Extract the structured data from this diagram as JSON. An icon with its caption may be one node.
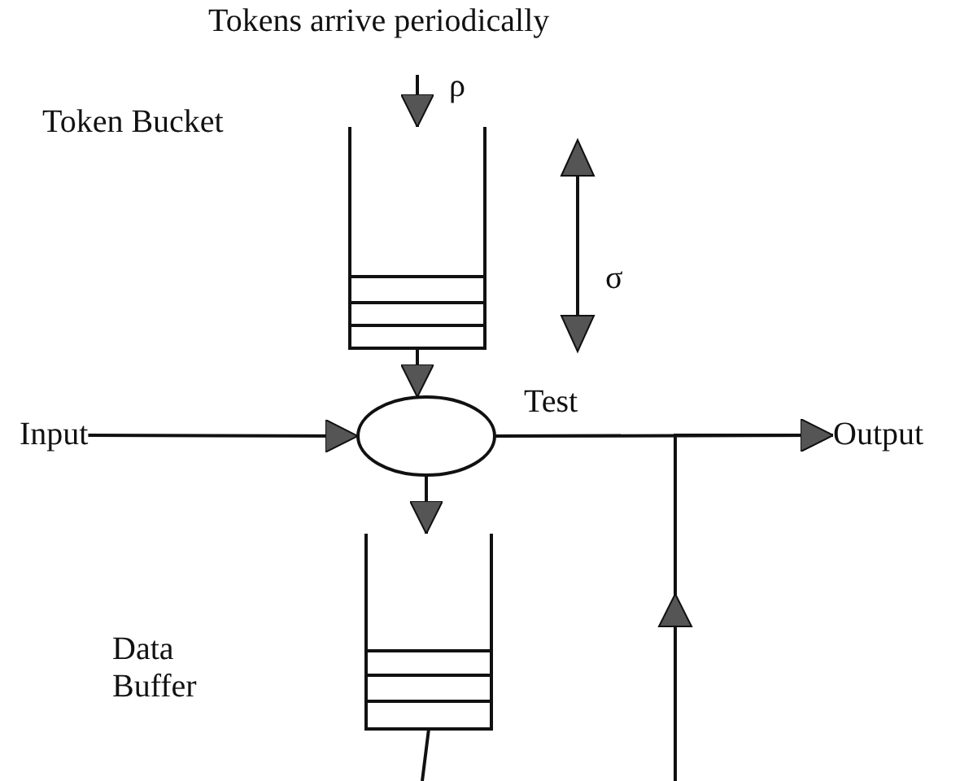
{
  "diagram": {
    "nodes": [
      {
        "text": [],
        "shape": "bucket"
      },
      {
        "text": [],
        "shape": "ellipse"
      },
      {
        "text": [],
        "shape": "bucket"
      },
      {
        "text": [
          "Input"
        ]
      },
      {
        "text": [
          "Output"
        ]
      }
    ],
    "edges": [
      {
        "from": null,
        "to": 0,
        "arrow": "to",
        "label": "ρ"
      },
      {
        "from": 0,
        "to": 1,
        "arrow": "to"
      },
      {
        "from": 3,
        "to": 1,
        "arrow": "to"
      },
      {
        "from": 1,
        "to": 4,
        "arrow": "to",
        "label": "Test"
      },
      {
        "from": 1,
        "to": 2,
        "arrow": "to"
      },
      {
        "from": 2,
        "to": null,
        "arrow": "none"
      },
      {
        "from": null,
        "to": 4,
        "arrow": "to"
      }
    ],
    "labels": [
      "Tokens arrive periodically",
      "Token Bucket",
      "σ",
      "Data Buffer"
    ]
  }
}
